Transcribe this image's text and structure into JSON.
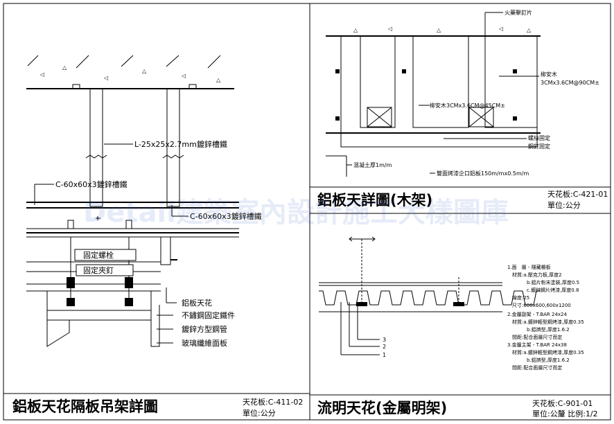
{
  "watermark": "Detail建築室內設計施工大樣圖庫",
  "panel_left": {
    "title": "鋁板天花隔板吊架詳圖",
    "code": "天花板:C-411-02",
    "unit": "單位:公分",
    "labels": {
      "angle": "L-25x25x2.7mm鍍鋅槽鐵",
      "channel1": "C-60x60x3鍍鋅槽鐵",
      "channel2": "C-60x60x3鍍鋅槽鐵",
      "bolt": "固定螺栓",
      "clip": "固定夾釘",
      "panel": "鋁板天花",
      "bracket": "不鏽鋼固定鐵件",
      "tube": "鍍鋅方型鋼管",
      "board": "玻璃纖維面板"
    }
  },
  "panel_tr": {
    "title": "鋁板天詳圖(木架)",
    "code": "天花板:C-421-01",
    "unit": "單位:公分",
    "labels": {
      "nail": "火藥擊釘片",
      "wood1": "柳安木",
      "wood1b": "3CMx3.6CM@90CM±",
      "wood2": "柳安木3CMx3.6CM@45CM±",
      "screw1": "螺絲固定",
      "screw2": "鋼釘固定",
      "concrete": "混凝土厚1m/m",
      "trim": "雙面烤漆企口鋁板150m/mx0.5m/m"
    }
  },
  "panel_br": {
    "title": "流明天花(金屬明架)",
    "code": "天花板:C-901-01",
    "unit": "單位:公釐 比例:1/2",
    "spec": [
      "1.面　層 - 隱藏柵板",
      "　材質:a.壓克力板,厚度2",
      "　　　　b.鋁片粉末塗裝,厚度0.5",
      "　　　　c.鍍鋅鋼片烤漆,厚度0.8",
      "　線度:25",
      "　尺寸:600x600,600x1200",
      "2.金屬副架 - T.BAR 24x24",
      "　材質:a.鍍鋅輕型鋼烤漆,厚度0.35",
      "　　　　b.鋁擠型,厚度1.6.2",
      "　間距:配合面層尺寸而定",
      "3.金屬主架 - T.BAR 24x38",
      "　材質:a.鍍鋅輕型鋼烤漆,厚度0.35",
      "　　　　b.鋁擠型,厚度1.6.2",
      "　間距:配合面層尺寸而定"
    ],
    "callouts": [
      "3",
      "2",
      "1"
    ]
  }
}
